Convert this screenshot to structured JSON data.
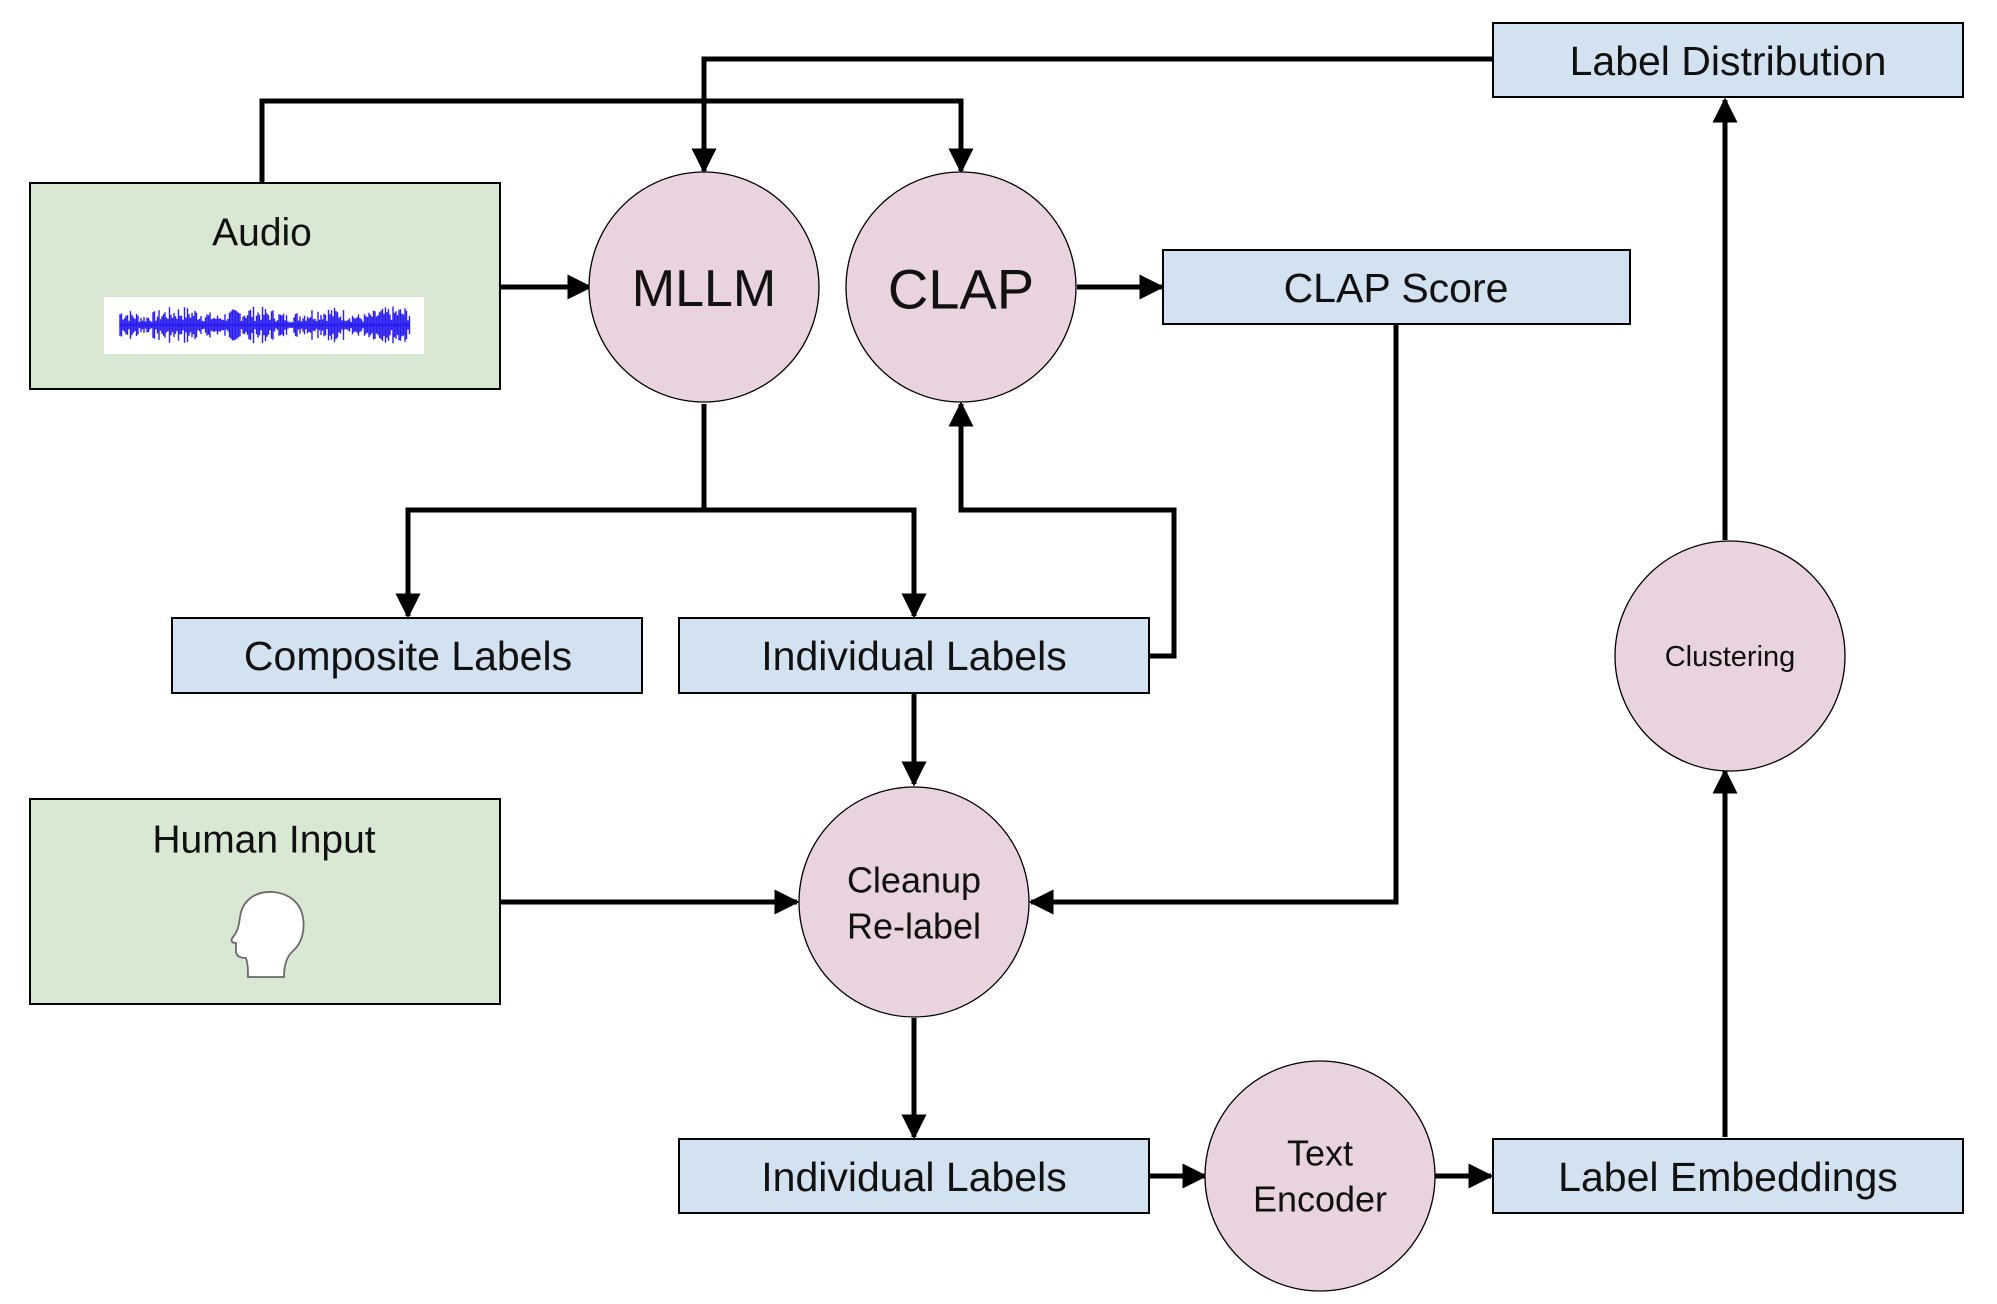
{
  "colors": {
    "data_box": "#d3e2f1",
    "input_box": "#d9e8d3",
    "process_node": "#e8d3df",
    "waveform": "#2b1ef0"
  },
  "inputs": {
    "audio": {
      "label": "Audio",
      "icon": "audio-waveform-icon"
    },
    "human": {
      "label": "Human Input",
      "icon": "head-silhouette-icon"
    }
  },
  "processes": {
    "mllm": "MLLM",
    "clap": "CLAP",
    "cleanup": [
      "Cleanup",
      "Re-label"
    ],
    "text_encoder": [
      "Text",
      "Encoder"
    ],
    "clustering": "Clustering"
  },
  "data_boxes": {
    "label_distribution": "Label Distribution",
    "clap_score": "CLAP Score",
    "composite_labels": "Composite Labels",
    "individual_labels": "Individual Labels",
    "individual_labels_clean": "Individual Labels",
    "label_embeddings": "Label Embeddings"
  }
}
